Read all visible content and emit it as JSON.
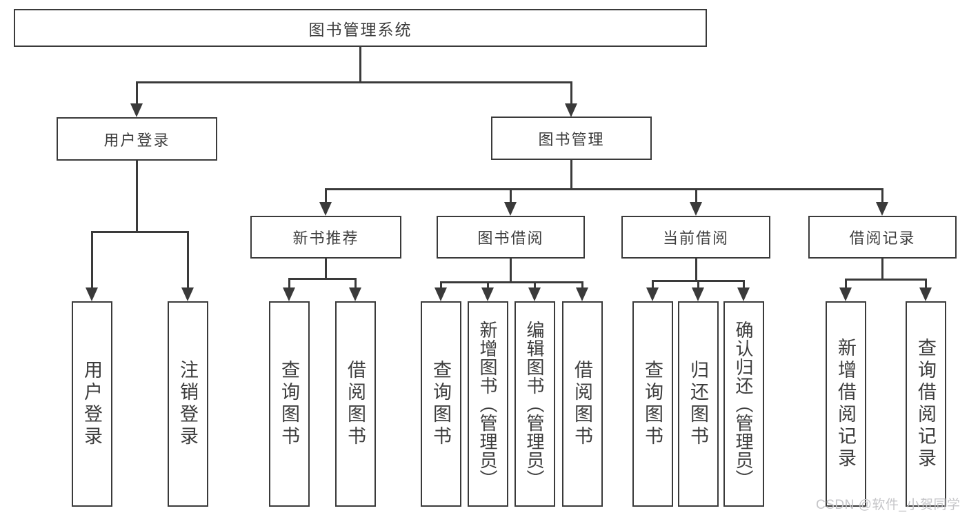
{
  "tree": {
    "label": "图书管理系统",
    "children": [
      {
        "label": "用户登录",
        "children": [
          {
            "label": "用户登录"
          },
          {
            "label": "注销登录"
          }
        ]
      },
      {
        "label": "图书管理",
        "children": [
          {
            "label": "新书推荐",
            "children": [
              {
                "label": "查询图书"
              },
              {
                "label": "借阅图书"
              }
            ]
          },
          {
            "label": "图书借阅",
            "children": [
              {
                "label": "查询图书"
              },
              {
                "label": "新增图书（管理员）"
              },
              {
                "label": "编辑图书（管理员）"
              },
              {
                "label": "借阅图书"
              }
            ]
          },
          {
            "label": "当前借阅",
            "children": [
              {
                "label": "查询图书"
              },
              {
                "label": "归还图书"
              },
              {
                "label": "确认归还（管理员）"
              }
            ]
          },
          {
            "label": "借阅记录",
            "children": [
              {
                "label": "新增借阅记录"
              },
              {
                "label": "查询借阅记录"
              }
            ]
          }
        ]
      }
    ]
  },
  "watermark": {
    "text": "CSDN @软件_小贺同学"
  },
  "colors": {
    "line": "#3a3a3a",
    "text": "#3d3d3d",
    "background": "#ffffff",
    "watermark": "#c5c5c8"
  }
}
